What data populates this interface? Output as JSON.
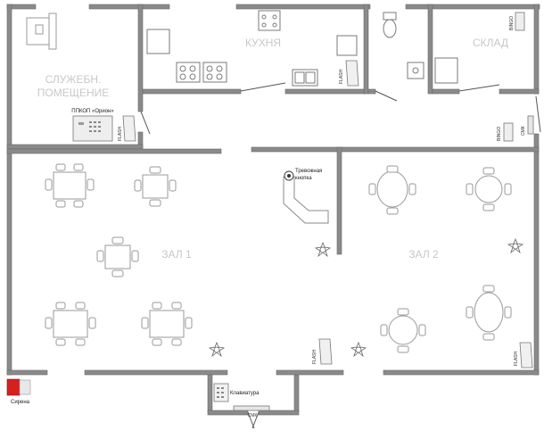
{
  "rooms": {
    "office_line1": "СЛУЖЕБН.",
    "office_line2": "ПОМЕЩЕНИЕ",
    "kitchen": "КУХНЯ",
    "storage": "СКЛАД",
    "hall1": "ЗАЛ 1",
    "hall2": "ЗАЛ 2"
  },
  "devices": {
    "control_panel": "ППКОП «Орион»",
    "flash": "FLASH",
    "bingo": "BINGO",
    "smk": "СМК",
    "panic_button_line1": "Тревожная",
    "panic_button_line2": "кнопка",
    "keypad": "Клавиатура",
    "siren": "Сирена"
  },
  "colors": {
    "wall": "#6f6f6f",
    "wall_fill": "#8a8a8a",
    "furniture": "#9a9a9a",
    "label": "#c8c8c8",
    "siren": "#d62020"
  }
}
